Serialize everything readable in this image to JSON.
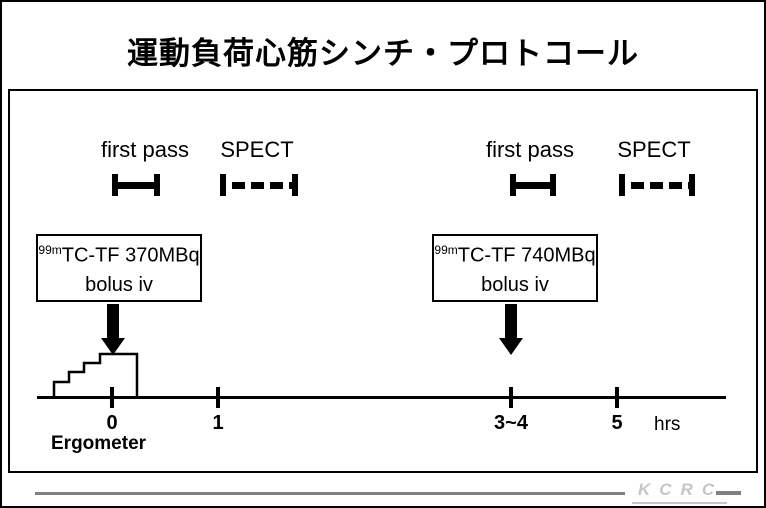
{
  "slide": {
    "title": "運動負荷心筋シンチ・プロトコール"
  },
  "sessions": [
    {
      "first_pass": "first pass",
      "spect": "SPECT"
    },
    {
      "first_pass": "first pass",
      "spect": "SPECT"
    }
  ],
  "injections": [
    {
      "isotope": "99m",
      "agent": "TC-TF 370MBq",
      "route": "bolus iv"
    },
    {
      "isotope": "99m",
      "agent": "TC-TF 740MBq",
      "route": "bolus iv"
    }
  ],
  "timeline": {
    "ticks": [
      "0",
      "1",
      "3~4",
      "5"
    ],
    "unit": "hrs",
    "exercise_label": "Ergometer"
  },
  "footer": {
    "logo": "KCRC"
  },
  "colors": {
    "ink": "#000000",
    "footer_line_gray": "#808080",
    "logo_gray": "#c6c6c6"
  }
}
